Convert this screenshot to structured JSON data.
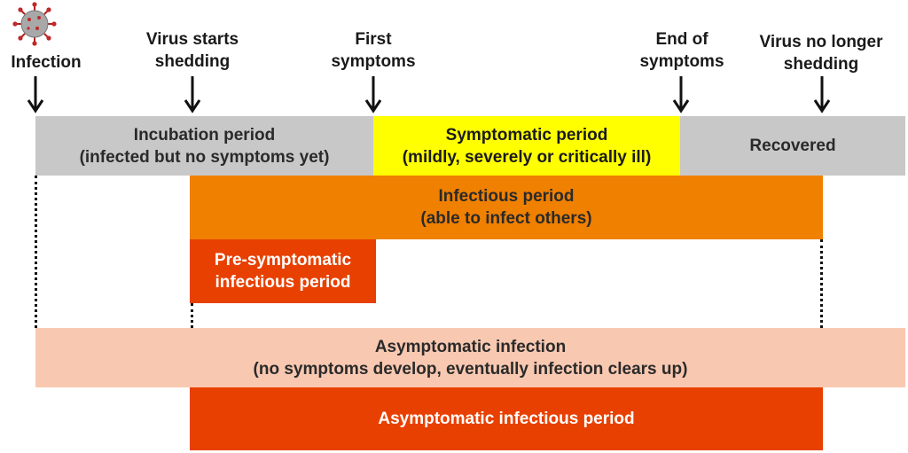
{
  "milestones": [
    {
      "id": "infection",
      "lines": [
        "Infection"
      ]
    },
    {
      "id": "shedding-start",
      "lines": [
        "Virus starts",
        "shedding"
      ]
    },
    {
      "id": "first-symptoms",
      "lines": [
        "First",
        "symptoms"
      ]
    },
    {
      "id": "end-symptoms",
      "lines": [
        "End of",
        "symptoms"
      ]
    },
    {
      "id": "shedding-end",
      "lines": [
        "Virus no longer",
        "shedding"
      ]
    }
  ],
  "bars": {
    "incubation": {
      "lines": [
        "Incubation period",
        "(infected but no symptoms yet)"
      ],
      "color": "#c8c8c8"
    },
    "symptomatic": {
      "lines": [
        "Symptomatic period",
        "(mildly, severely or critically ill)"
      ],
      "color": "#ffff00"
    },
    "recovered": {
      "lines": [
        "Recovered"
      ],
      "color": "#c8c8c8"
    },
    "infectious": {
      "lines": [
        "Infectious period",
        "(able to infect others)"
      ],
      "color": "#f08000"
    },
    "presymptomatic": {
      "lines": [
        "Pre-symptomatic",
        "infectious period"
      ],
      "color": "#e84000"
    },
    "asymptomatic_infection": {
      "lines": [
        "Asymptomatic infection",
        "(no symptoms develop, eventually infection clears up)"
      ],
      "color": "#f9c8b0"
    },
    "asymptomatic_infectious": {
      "lines": [
        "Asymptomatic infectious period"
      ],
      "color": "#e84000"
    }
  },
  "icons": {
    "virus": "coronavirus-icon",
    "arrow": "down-arrow-icon"
  }
}
